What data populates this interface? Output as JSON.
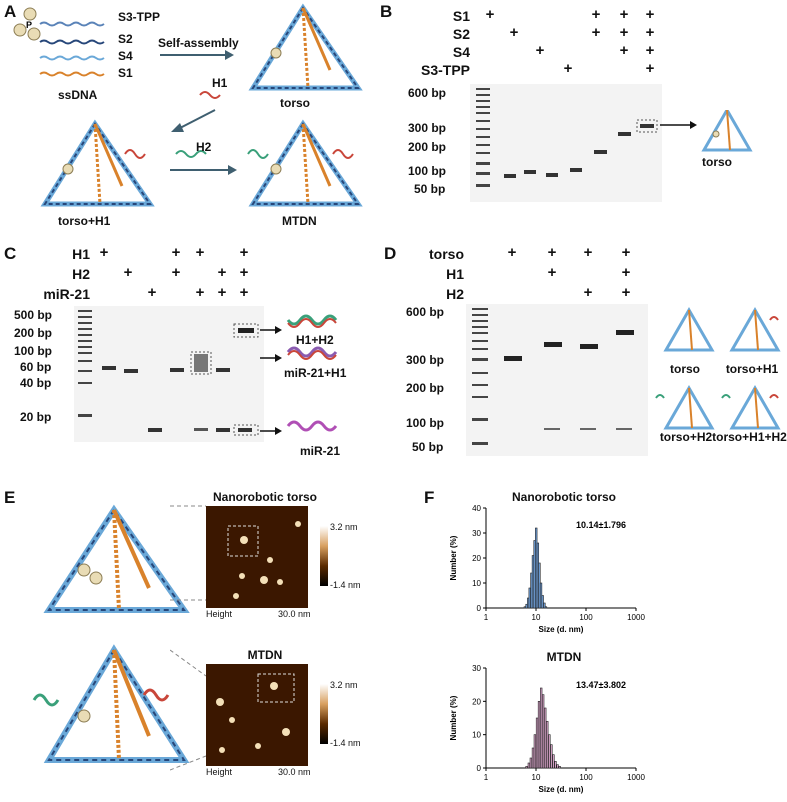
{
  "panels": {
    "A": "A",
    "B": "B",
    "C": "C",
    "D": "D",
    "E": "E",
    "F": "F"
  },
  "panelA": {
    "strands": [
      "S3-TPP",
      "S2",
      "S4",
      "S1"
    ],
    "ssdna": "ssDNA",
    "self_assembly": "Self-assembly",
    "h1": "H1",
    "h2": "H2",
    "torso": "torso",
    "torso_h1": "torso+H1",
    "mtdn": "MTDN"
  },
  "panelB": {
    "rows": [
      {
        "label": "S1",
        "marks": [
          "+",
          "",
          "",
          "",
          "+",
          "+",
          "+"
        ]
      },
      {
        "label": "S2",
        "marks": [
          "",
          "+",
          "",
          "",
          "+",
          "+",
          "+"
        ]
      },
      {
        "label": "S4",
        "marks": [
          "",
          "",
          "+",
          "",
          "",
          "+",
          "+"
        ]
      },
      {
        "label": "S3-TPP",
        "marks": [
          "",
          "",
          "",
          "+",
          "",
          "",
          "+"
        ]
      }
    ],
    "ladder": [
      "600 bp",
      "300 bp",
      "200 bp",
      "100 bp",
      "50 bp"
    ],
    "torso_label": "torso"
  },
  "panelC": {
    "rows": [
      {
        "label": "H1",
        "marks": [
          "+",
          "",
          "",
          "+",
          "+",
          "",
          "+"
        ]
      },
      {
        "label": "H2",
        "marks": [
          "",
          "+",
          "",
          "+",
          "",
          "+",
          "+"
        ]
      },
      {
        "label": "miR-21",
        "marks": [
          "",
          "",
          "+",
          "",
          "+",
          "+",
          "+"
        ]
      }
    ],
    "ladder": [
      "500 bp",
      "200 bp",
      "100 bp",
      "60 bp",
      "40 bp",
      "20 bp"
    ],
    "labels": [
      "H1+H2",
      "miR-21+H1",
      "miR-21"
    ]
  },
  "panelD": {
    "rows": [
      {
        "label": "torso",
        "marks": [
          "+",
          "+",
          "+",
          "+"
        ]
      },
      {
        "label": "H1",
        "marks": [
          "",
          "+",
          "",
          "+"
        ]
      },
      {
        "label": "H2",
        "marks": [
          "",
          "",
          "+",
          "+"
        ]
      }
    ],
    "ladder": [
      "600 bp",
      "300 bp",
      "200 bp",
      "100 bp",
      "50 bp"
    ],
    "labels": [
      "torso",
      "torso+H1",
      "torso+H2",
      "torso+H1+H2"
    ]
  },
  "panelE": {
    "top_title": "Nanorobotic torso",
    "bottom_title": "MTDN",
    "scale_max": "3.2 nm",
    "scale_min": "-1.4 nm",
    "height": "Height",
    "scalebar": "30.0 nm"
  },
  "chart_data": [
    {
      "type": "bar",
      "title": "Nanorobotic torso",
      "xlabel": "Size (d. nm)",
      "ylabel": "Number (%)",
      "xscale": "log",
      "xlim": [
        1,
        1000
      ],
      "ylim": [
        0,
        40
      ],
      "xticks": [
        "1",
        "10",
        "100",
        "1000"
      ],
      "yticks": [
        "0",
        "10",
        "20",
        "30",
        "40"
      ],
      "annotation": "10.14±1.796",
      "color": "#6f9fd8",
      "x": [
        6.0,
        6.5,
        7.0,
        7.5,
        8.1,
        8.7,
        9.4,
        10.1,
        10.9,
        11.7,
        12.6,
        13.6,
        14.7,
        15.8
      ],
      "values": [
        0.5,
        1.5,
        4,
        8,
        14,
        21,
        27,
        32,
        26,
        18,
        10,
        5,
        2,
        0.5
      ]
    },
    {
      "type": "bar",
      "title": "MTDN",
      "xlabel": "Size (d. nm)",
      "ylabel": "Number (%)",
      "xscale": "log",
      "xlim": [
        1,
        1000
      ],
      "ylim": [
        0,
        30
      ],
      "xticks": [
        "1",
        "10",
        "100",
        "1000"
      ],
      "yticks": [
        "0",
        "10",
        "20",
        "30"
      ],
      "annotation": "13.47±3.802",
      "color": "#d8a3c9",
      "x": [
        6.5,
        7.2,
        7.9,
        8.7,
        9.5,
        10.5,
        11.5,
        12.7,
        13.9,
        15.3,
        16.8,
        18.5,
        20.3,
        22.3,
        24.5,
        27.0,
        29.7
      ],
      "values": [
        0.5,
        1.5,
        3,
        6,
        10,
        15,
        20,
        24,
        22,
        18,
        14,
        10,
        7,
        4,
        2,
        1,
        0.5
      ]
    }
  ]
}
